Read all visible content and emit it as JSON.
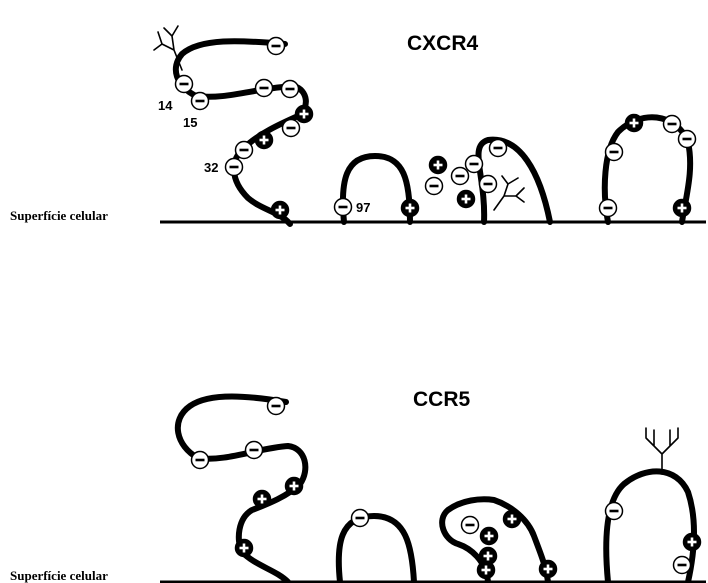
{
  "cxcr4": {
    "title": "CXCR4",
    "surface_label": "Superfície celular",
    "residues": {
      "r14": "14",
      "r15": "15",
      "r32": "32",
      "r97": "97"
    }
  },
  "ccr5": {
    "title": "CCR5",
    "surface_label": "Superfície celular"
  },
  "charges": {
    "negative": "−",
    "positive": "+"
  },
  "colors": {
    "chain": "#000000",
    "negative_fill": "#ffffff",
    "positive_fill": "#000000"
  },
  "icons": {
    "glycosylation": "branched-sugar-icon",
    "negative": "minus-circle-icon",
    "positive": "plus-circle-icon"
  }
}
